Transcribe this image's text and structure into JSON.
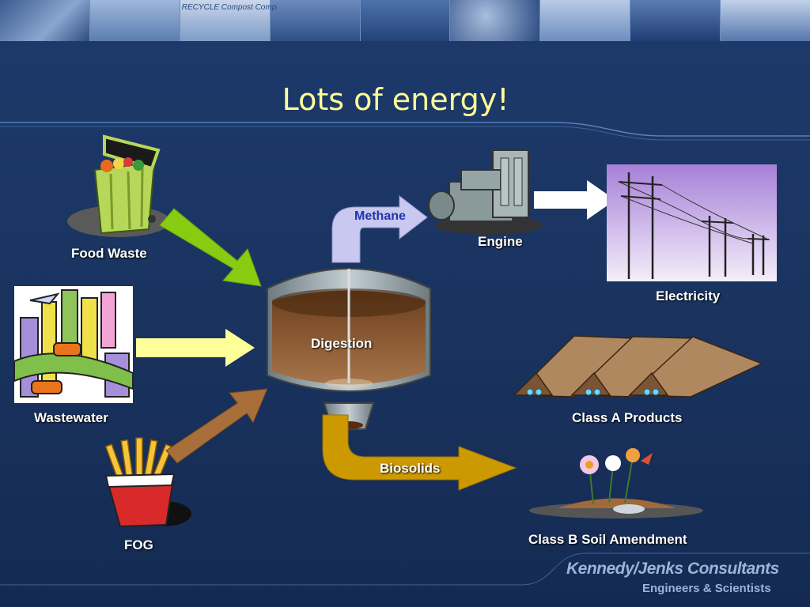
{
  "slide": {
    "title": "Lots of energy!"
  },
  "labels": {
    "food_waste": "Food Waste",
    "wastewater": "Wastewater",
    "fog": "FOG",
    "digestion": "Digestion",
    "methane": "Methane",
    "engine": "Engine",
    "electricity": "Electricity",
    "class_a": "Class A Products",
    "biosolids": "Biosolids",
    "class_b": "Class B Soil Amendment"
  },
  "branding": {
    "company": "Kennedy/Jenks Consultants",
    "tagline": "Engineers & Scientists"
  },
  "photo_strip_text": "RECYCLE Compost Compost",
  "colors": {
    "background": "#1a3563",
    "title": "#ffff99",
    "food_arrow": "#88cc11",
    "wastewater_arrow": "#ffff99",
    "fog_arrow": "#a86f3a",
    "methane_arrow": "#c8c8f0",
    "engine_arrow": "#ffffff",
    "biosolids_arrow": "#cc9900"
  }
}
